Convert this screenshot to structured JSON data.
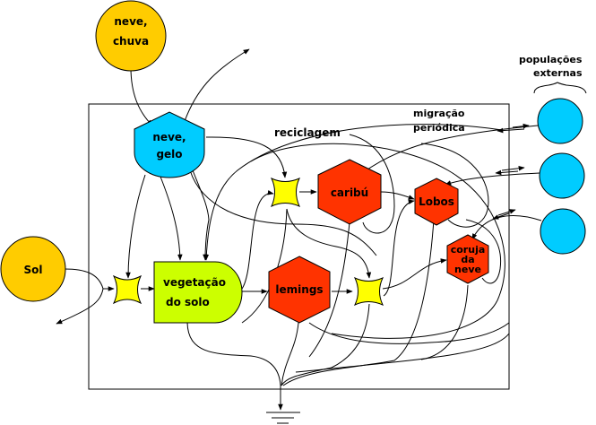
{
  "diagram": {
    "title": "",
    "colors": {
      "source": "#FFCC00",
      "storage_snow": "#00CCFF",
      "consumer": "#FF3300",
      "producer": "#CCFF00",
      "interaction": "#FFFF00",
      "external_population": "#00CCFF",
      "line": "#000000",
      "background": "#FFFFFF"
    },
    "sources": {
      "neve_chuva": {
        "line1": "neve,",
        "line2": "chuva"
      },
      "sol": {
        "label": "Sol"
      }
    },
    "storage": {
      "neve_gelo": {
        "line1": "neve,",
        "line2": "gelo"
      }
    },
    "producer": {
      "vegetacao": {
        "line1": "vegetação",
        "line2": "do solo"
      }
    },
    "consumers": {
      "caribu": {
        "label": "caribú"
      },
      "lobos": {
        "label": "Lobos"
      },
      "lemings": {
        "label": "lemings"
      },
      "coruja": {
        "line1": "coruja",
        "line2": "da",
        "line3": "neve"
      }
    },
    "annotations": {
      "reciclagem": "reciclagem",
      "migracao_line1": "migração",
      "migracao_line2": "periódica",
      "populacoes_line1": "populações",
      "populacoes_line2": "externas"
    },
    "external_populations_count": 3,
    "interaction_nodes_count": 3,
    "heat_sink": "ground"
  }
}
